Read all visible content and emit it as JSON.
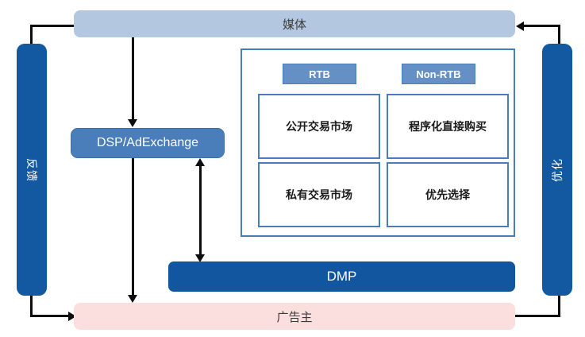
{
  "diagram": {
    "title_top": "媒体",
    "title_bottom": "广告主",
    "left_bar_label": "反馈",
    "right_bar_label": "优化",
    "dsp_label": "DSP/AdExchange",
    "dmp_label": "DMP",
    "chips": [
      {
        "id": "rtb",
        "label": "RTB"
      },
      {
        "id": "non-rtb",
        "label": "Non-RTB"
      }
    ],
    "marketplace_cells": [
      {
        "id": "open-exchange",
        "label": "公开交易市场"
      },
      {
        "id": "programmatic-direct",
        "label": "程序化直接购买"
      },
      {
        "id": "private-exchange",
        "label": "私有交易市场"
      },
      {
        "id": "preferred-deal",
        "label": "优先选择"
      }
    ],
    "colors": {
      "media_bar": "#b4c7e0",
      "advertiser_bar": "#fbdede",
      "side_bar": "#1259a1",
      "dsp_box": "#4a7ebb",
      "dmp_bar": "#12569f",
      "chip": "#6590c6",
      "cell_border": "#4a7ebb",
      "connector": "#0d0d0d"
    }
  }
}
